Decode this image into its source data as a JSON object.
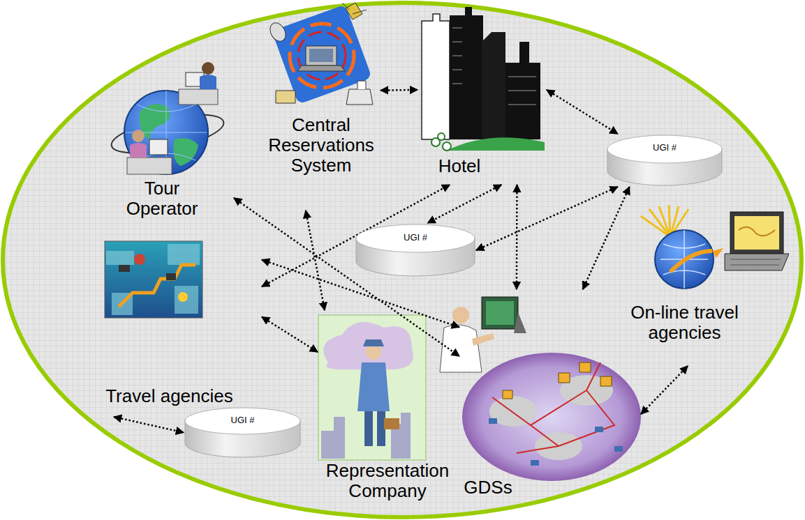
{
  "diagram": {
    "nodes": [
      {
        "text": [
          "Central Reservations System"
        ]
      },
      {
        "text": [
          "Hotel"
        ]
      },
      {
        "text": [
          "UGI #"
        ]
      },
      {
        "text": [
          "Tour Operator"
        ]
      },
      {
        "text": [
          "UGI #"
        ]
      },
      {
        "text": [
          "On-line travel agencies"
        ]
      },
      {
        "text": [
          "Travel agencies"
        ]
      },
      {
        "text": [
          "UGI #"
        ]
      },
      {
        "text": [
          "Representation Company"
        ]
      },
      {
        "text": [
          "GDSs"
        ]
      }
    ],
    "edges": [
      {
        "from": 0,
        "to": 1,
        "arrow": "both"
      },
      {
        "from": 1,
        "to": 2,
        "arrow": "both"
      },
      {
        "from": 3,
        "to": 9,
        "arrow": "both"
      },
      {
        "from": 6,
        "to": 1,
        "arrow": "both"
      },
      {
        "from": 0,
        "to": 8,
        "arrow": "both"
      },
      {
        "from": 1,
        "to": 4,
        "arrow": "both"
      },
      {
        "from": 4,
        "to": 2,
        "arrow": "both"
      },
      {
        "from": 1,
        "to": 9,
        "arrow": "both"
      },
      {
        "from": 2,
        "to": 9,
        "arrow": "both"
      },
      {
        "from": 6,
        "to": 9,
        "arrow": "both"
      },
      {
        "from": 6,
        "to": 8,
        "arrow": "both"
      },
      {
        "from": 6,
        "to": 7,
        "arrow": "both"
      },
      {
        "from": 9,
        "to": 5,
        "arrow": "both"
      }
    ]
  }
}
